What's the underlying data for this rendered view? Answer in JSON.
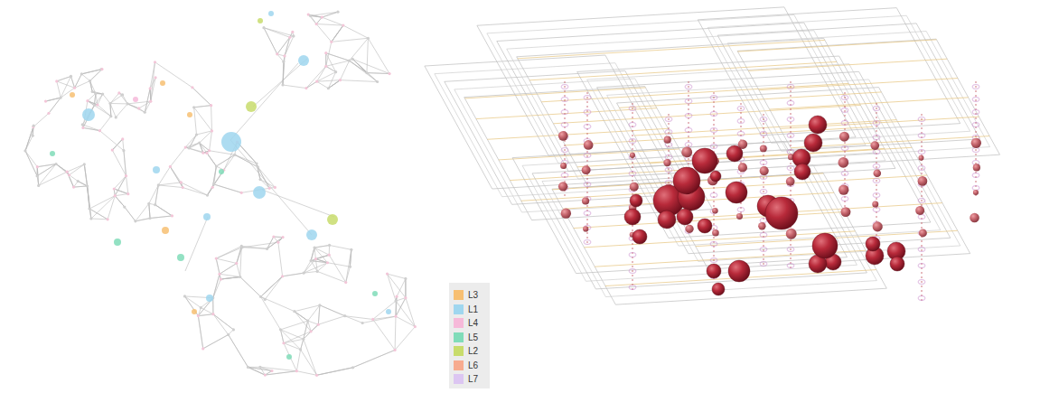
{
  "diagram": {
    "legend": [
      {
        "text": "L3",
        "color": "#f7bf72"
      },
      {
        "text": "L1",
        "color": "#9fd6ef"
      },
      {
        "text": "L4",
        "color": "#f6b9d9"
      },
      {
        "text": "L5",
        "color": "#80dcb9"
      },
      {
        "text": "L2",
        "color": "#c8dc6c"
      },
      {
        "text": "L6",
        "color": "#f7ab8f"
      },
      {
        "text": "L7",
        "color": "#dcc6f2"
      }
    ]
  }
}
